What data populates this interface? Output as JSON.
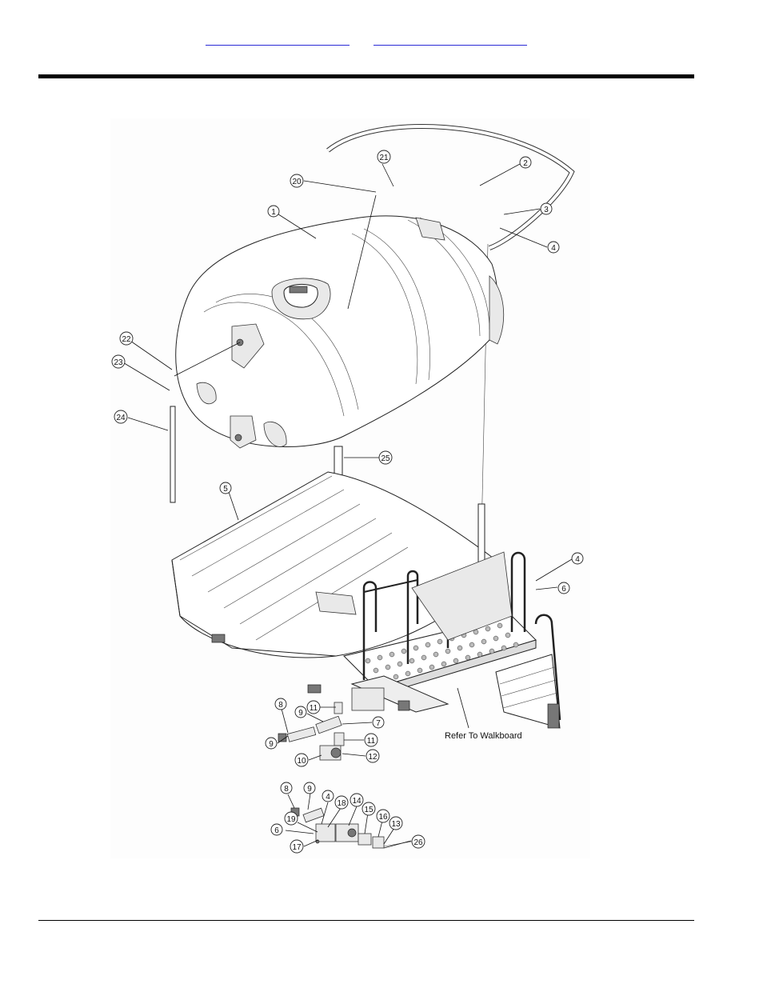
{
  "header": {
    "link_left": "",
    "link_right": ""
  },
  "figure": {
    "note": "Refer To Walkboard",
    "callouts": [
      "1",
      "2",
      "3",
      "4",
      "5",
      "6",
      "7",
      "8",
      "9",
      "10",
      "11",
      "12",
      "13",
      "14",
      "15",
      "16",
      "17",
      "18",
      "19",
      "20",
      "21",
      "22",
      "23",
      "24",
      "25",
      "26"
    ]
  }
}
